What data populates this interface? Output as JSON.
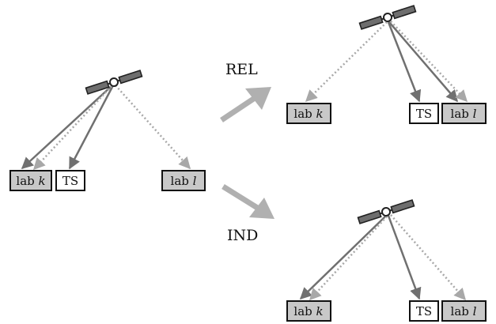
{
  "scenarios": {
    "rel": {
      "label": "REL"
    },
    "ind": {
      "label": "IND"
    }
  },
  "labels": {
    "lab_k": {
      "prefix": "lab ",
      "var": "k"
    },
    "lab_l": {
      "prefix": "lab ",
      "var": "l"
    },
    "ts": "TS"
  },
  "colors": {
    "lab_fill": "#c8c8c8",
    "box_stroke": "#111111",
    "solid_arrow": "#707070",
    "dotted_arrow": "#a8a8a8",
    "transition_arrow": "#b0b0b0",
    "satellite_body": "#222222",
    "satellite_panel": "#6e6e6e"
  },
  "icons": [
    "satellite-icon"
  ]
}
